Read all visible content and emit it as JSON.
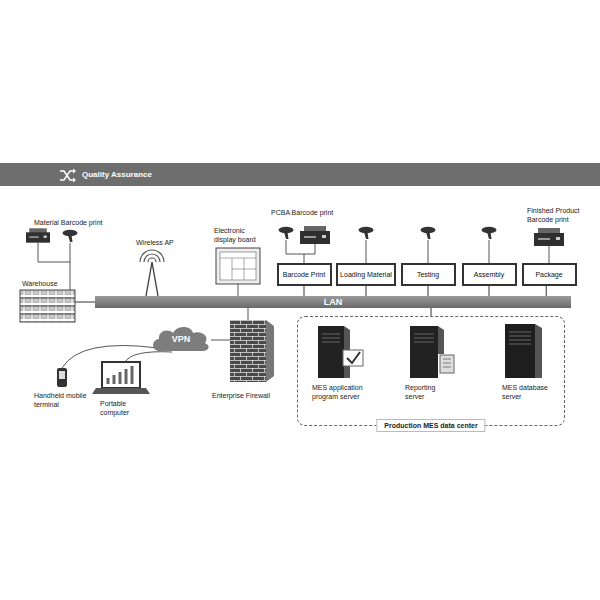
{
  "diagram": {
    "title": "Quality Assurance",
    "nodes": [
      {
        "text": [
          "Barcode Print"
        ]
      },
      {
        "text": [
          "Loading Material"
        ]
      },
      {
        "text": [
          "Testing"
        ]
      },
      {
        "text": [
          "Assembly"
        ]
      },
      {
        "text": [
          "Package"
        ]
      },
      {
        "text": [
          "LAN"
        ]
      },
      {
        "text": [
          "VPN"
        ]
      },
      {
        "text": [
          "Production MES data center"
        ]
      }
    ],
    "edges": [
      {
        "from": 0,
        "to": 5,
        "arrow": "none"
      },
      {
        "from": 1,
        "to": 5,
        "arrow": "none"
      },
      {
        "from": 2,
        "to": 5,
        "arrow": "none"
      },
      {
        "from": 3,
        "to": 5,
        "arrow": "none"
      },
      {
        "from": 4,
        "to": 5,
        "arrow": "none"
      },
      {
        "from": 5,
        "to": 7,
        "arrow": "none"
      }
    ],
    "labels": [
      "Material Barcode print",
      "Warehouse",
      "Wireless AP",
      "Electronic display board",
      "PCBA Barcode print",
      "Finished Product Barcode print",
      "Handheld mobile terminal",
      "Portable computer",
      "Enterprise Firewall",
      "MES application program server",
      "Reporting server",
      "MES database server"
    ]
  }
}
